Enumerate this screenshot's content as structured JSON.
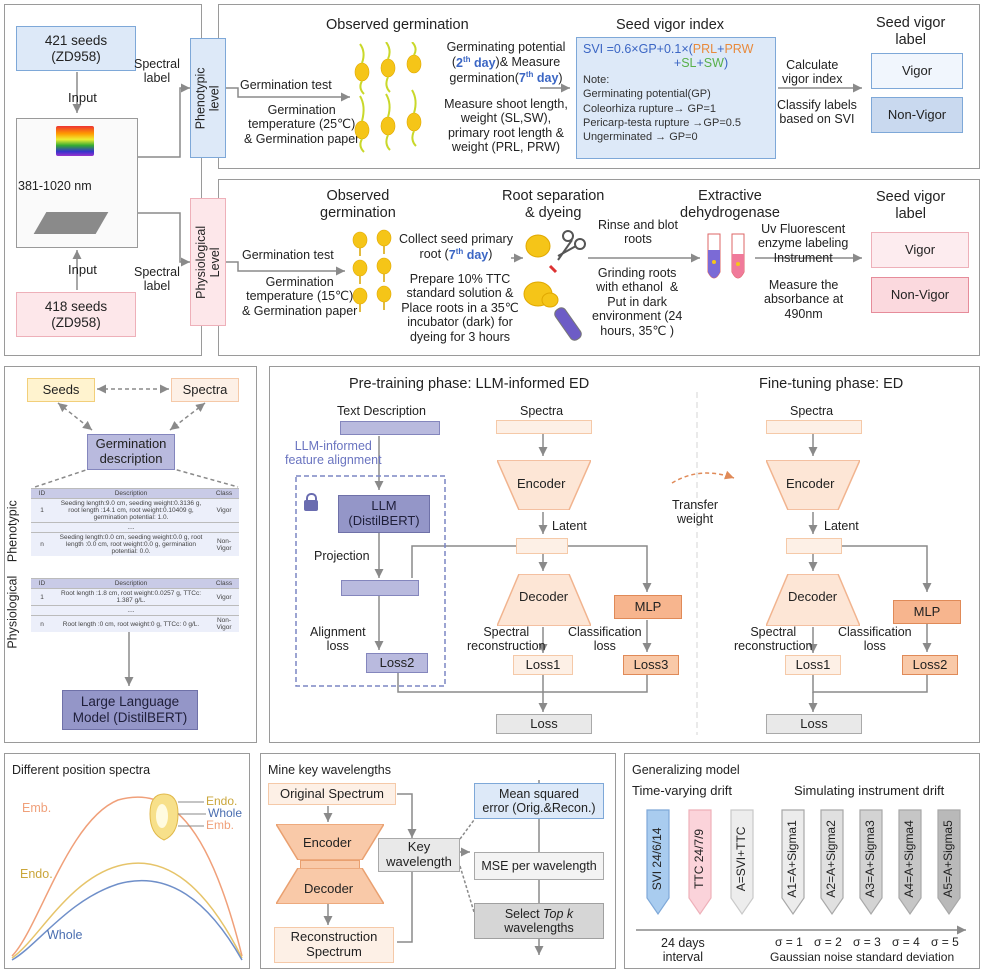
{
  "top_left": {
    "seeds_a": "421 seeds\n(ZD958)",
    "seeds_b": "418 seeds\n(ZD958)",
    "input": "Input",
    "wavelength": "381-1020 nm",
    "spectral_label": "Spectral\nlabel"
  },
  "phenotypic": {
    "level": "Phenotypic\nlevel",
    "observed_title": "Observed germination",
    "germ_test": "Germination test",
    "germ_temp": "Germination\ntemperature (25℃)\n& Germination paper",
    "potential_1": "Germinating potential",
    "potential_2a": "(",
    "potential_2b": "2",
    "potential_2c": "th",
    "potential_2d": " day",
    "potential_2e": ")& Measure",
    "potential_3a": "germination(",
    "potential_3b": "7",
    "potential_3c": "th",
    "potential_3d": " day",
    "potential_3e": ")",
    "measure": "Measure shoot length,\nweight (SL,SW),\nprimary root length &\nweight (PRL, PRW)",
    "svi_title": "Seed vigor index",
    "svi_formula_1": "SVI =0.6×GP+0.1×(",
    "svi_prl": "PRL",
    "svi_plus1": "+",
    "svi_prw": "PRW",
    "svi_plus2": "+",
    "svi_sl": "SL",
    "svi_plus3": "+",
    "svi_sw": "SW",
    "svi_close": ")",
    "note": "Note:",
    "note_1": "Germinating potential(GP)",
    "note_2": "Coleorhiza rupture→ GP=1",
    "note_3": "Pericarp-testa rupture →GP=0.5",
    "note_4": "Ungerminated → GP=0",
    "calc": "Calculate\nvigor index",
    "classify": "Classify labels\nbased on SVI",
    "label_title": "Seed vigor\nlabel",
    "vigor": "Vigor",
    "nonvigor": "Non-Vigor"
  },
  "physiological": {
    "level": "Physiological\nLevel",
    "observed_title": "Observed\ngermination",
    "germ_test": "Germination test",
    "germ_temp": "Germination\ntemperature (15℃)\n& Germination paper",
    "collect_1": "Collect seed primary",
    "collect_2a": "root (",
    "collect_2b": "7",
    "collect_2c": "th",
    "collect_2d": " day",
    "collect_2e": ")",
    "prepare": "Prepare 10% TTC\nstandard solution &\nPlace roots in a 35℃\nincubator (dark) for\ndyeing for 3 hours",
    "root_title": "Root separation\n& dyeing",
    "rinse": "Rinse and blot\nroots",
    "grinding": "Grinding roots\nwith ethanol  &\nPut in dark\nenvironment (24\nhours, 35℃ )",
    "extract_title": "Extractive\ndehydrogenase",
    "uv": "Uv Fluorescent\nenzyme labeling\nInstrument",
    "absorbance": "Measure the\nabsorbance at\n490nm",
    "label_title": "Seed vigor\nlabel",
    "vigor": "Vigor",
    "nonvigor": "Non-Vigor"
  },
  "desc_panel": {
    "seeds": "Seeds",
    "spectra": "Spectra",
    "germ_desc": "Germination\ndescription",
    "phenotypic": "Phenotypic",
    "physiological": "Physiological",
    "llm": "Large Language\nModel (DistilBERT)",
    "headers": [
      "ID",
      "Description",
      "Class"
    ],
    "pheno_rows": [
      {
        "id": "1",
        "desc": "Seeding length:9.0 cm, seeding weight:0.3136 g, root length  :14.1 cm, root weight:0.10409 g, germination potential: 1.0.",
        "cls": "Vigor"
      },
      {
        "id": "",
        "desc": "....",
        "cls": ""
      },
      {
        "id": "n",
        "desc": "Seeding length:0.0 cm, seeding weight:0.0 g, root length :0.0 cm, root weight:0.0 g, germination potential: 0.0.",
        "cls": "Non-\nVigor"
      }
    ],
    "physio_rows": [
      {
        "id": "1",
        "desc": "Root length :1.8 cm, root weight:0.0257 g, TTCc: 1.387 g/L.",
        "cls": "Vigor"
      },
      {
        "id": "",
        "desc": "....",
        "cls": ""
      },
      {
        "id": "n",
        "desc": "Root length :0 cm, root weight:0 g, TTCc: 0 g/L.",
        "cls": "Non-\nVigor"
      }
    ]
  },
  "training": {
    "pre_title": "Pre-training phase: LLM-informed ED",
    "fine_title": "Fine-tuning phase: ED",
    "text_desc": "Text Description",
    "feat_align": "LLM-informed\nfeature alignment",
    "llm": "LLM\n(DistilBERT)",
    "projection": "Projection",
    "align_loss": "Alignment\nloss",
    "loss2": "Loss2",
    "spectra": "Spectra",
    "encoder": "Encoder",
    "latent": "Latent",
    "decoder": "Decoder",
    "mlp": "MLP",
    "spec_recon": "Spectral\nreconstruction",
    "class_loss": "Classification\nloss",
    "loss1": "Loss1",
    "loss3": "Loss3",
    "loss": "Loss",
    "transfer": "Transfer\nweight",
    "ft_spectra": "Spectra",
    "ft_encoder": "Encoder",
    "ft_latent": "Latent",
    "ft_decoder": "Decoder",
    "ft_mlp": "MLP",
    "ft_spec_recon": "Spectral\nreconstruction",
    "ft_class_loss": "Classification\nloss",
    "ft_loss1": "Loss1",
    "ft_loss2": "Loss2",
    "ft_loss": "Loss"
  },
  "position": {
    "title": "Different position spectra",
    "emb": "Emb.",
    "endo": "Endo.",
    "whole": "Whole",
    "legend_endo": "Endo.",
    "legend_whole": "Whole",
    "legend_emb": "Emb.",
    "colors": {
      "emb": "#f0a07a",
      "endo": "#e6c46a",
      "whole": "#6f8fc9"
    }
  },
  "mine": {
    "title": "Mine key wavelengths",
    "original": "Original Spectrum",
    "encoder": "Encoder",
    "decoder": "Decoder",
    "recon": "Reconstruction\nSpectrum",
    "key": "Key\nwavelength",
    "mse": "Mean squared\nerror (Orig.&Recon.)",
    "mse_per": "MSE per wavelength",
    "select_1": "Select ",
    "select_2": "Top k",
    "select_3": "wavelengths"
  },
  "generalizing": {
    "title": "Generalizing model",
    "time_title": "Time-varying drift",
    "sim_title": "Simulating instrument drift",
    "time_arrows": [
      "SVI 24/6/14",
      "TTC 24/7/9",
      "A=SVI+TTC"
    ],
    "sim_arrows": [
      "A1=A+Sigma1",
      "A2=A+Sigma2",
      "A3=A+Sigma3",
      "A4=A+Sigma4",
      "A5=A+Sigma5"
    ],
    "interval": "24 days\ninterval",
    "sigmas": [
      "σ = 1",
      "σ = 2",
      "σ = 3",
      "σ = 4",
      "σ = 5"
    ],
    "noise": "Gaussian noise standard deviation"
  }
}
